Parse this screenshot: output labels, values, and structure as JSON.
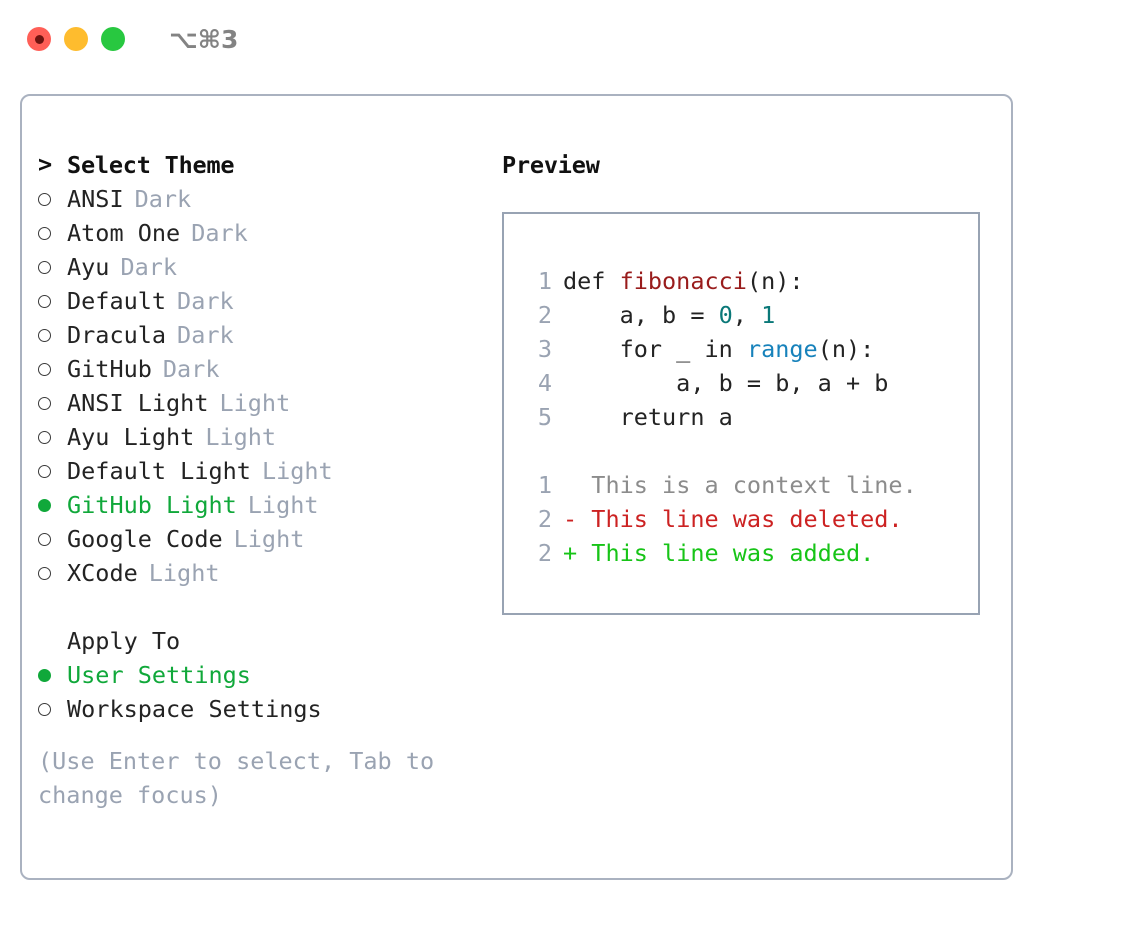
{
  "titlebar": {
    "shortcut": "⌥⌘3",
    "lights": [
      {
        "name": "close",
        "color": "#ff5f57"
      },
      {
        "name": "minimize",
        "color": "#febc2e"
      },
      {
        "name": "maximize",
        "color": "#28c840"
      }
    ]
  },
  "left": {
    "header_marker": ">",
    "header": "Select Theme",
    "themes": [
      {
        "name": "ANSI",
        "tag": "Dark",
        "selected": false
      },
      {
        "name": "Atom One",
        "tag": "Dark",
        "selected": false
      },
      {
        "name": "Ayu",
        "tag": "Dark",
        "selected": false
      },
      {
        "name": "Default",
        "tag": "Dark",
        "selected": false
      },
      {
        "name": "Dracula",
        "tag": "Dark",
        "selected": false
      },
      {
        "name": "GitHub",
        "tag": "Dark",
        "selected": false
      },
      {
        "name": "ANSI Light",
        "tag": "Light",
        "selected": false
      },
      {
        "name": "Ayu Light",
        "tag": "Light",
        "selected": false
      },
      {
        "name": "Default Light",
        "tag": "Light",
        "selected": false
      },
      {
        "name": "GitHub Light",
        "tag": "Light",
        "selected": true
      },
      {
        "name": "Google Code",
        "tag": "Light",
        "selected": false
      },
      {
        "name": "XCode",
        "tag": "Light",
        "selected": false
      }
    ],
    "apply_to_label": "Apply To",
    "apply_to_options": [
      {
        "name": "User Settings",
        "selected": true
      },
      {
        "name": "Workspace Settings",
        "selected": false
      }
    ],
    "hint": "(Use Enter to select, Tab to change focus)"
  },
  "right": {
    "title": "Preview",
    "code_lines": [
      {
        "num": "1",
        "tokens": [
          {
            "t": "def ",
            "k": "plain"
          },
          {
            "t": "fibonacci",
            "k": "func"
          },
          {
            "t": "(n):",
            "k": "plain"
          }
        ]
      },
      {
        "num": "2",
        "tokens": [
          {
            "t": "    a, b = ",
            "k": "plain"
          },
          {
            "t": "0",
            "k": "num"
          },
          {
            "t": ", ",
            "k": "plain"
          },
          {
            "t": "1",
            "k": "num"
          }
        ]
      },
      {
        "num": "3",
        "tokens": [
          {
            "t": "    for _ in ",
            "k": "plain"
          },
          {
            "t": "range",
            "k": "call"
          },
          {
            "t": "(n):",
            "k": "plain"
          }
        ]
      },
      {
        "num": "4",
        "tokens": [
          {
            "t": "        a, b = b, a + b",
            "k": "plain"
          }
        ]
      },
      {
        "num": "5",
        "tokens": [
          {
            "t": "    return a",
            "k": "plain"
          }
        ]
      }
    ],
    "diff_lines": [
      {
        "num": "1",
        "sign": " ",
        "text": "This is a context line.",
        "kind": "ctx"
      },
      {
        "num": "2",
        "sign": "-",
        "text": "This line was deleted.",
        "kind": "del"
      },
      {
        "num": "2",
        "sign": "+",
        "text": "This line was added.",
        "kind": "add"
      }
    ]
  },
  "colors": {
    "accent_green": "#10a83a",
    "muted": "#9aa3b2",
    "border": "#aab2c0",
    "preview_border": "#98a3b3",
    "diff_add": "#17c417",
    "diff_del": "#cc2222",
    "syntax_func": "#991c1c",
    "syntax_num": "#0a7878",
    "syntax_call": "#1782bb"
  }
}
